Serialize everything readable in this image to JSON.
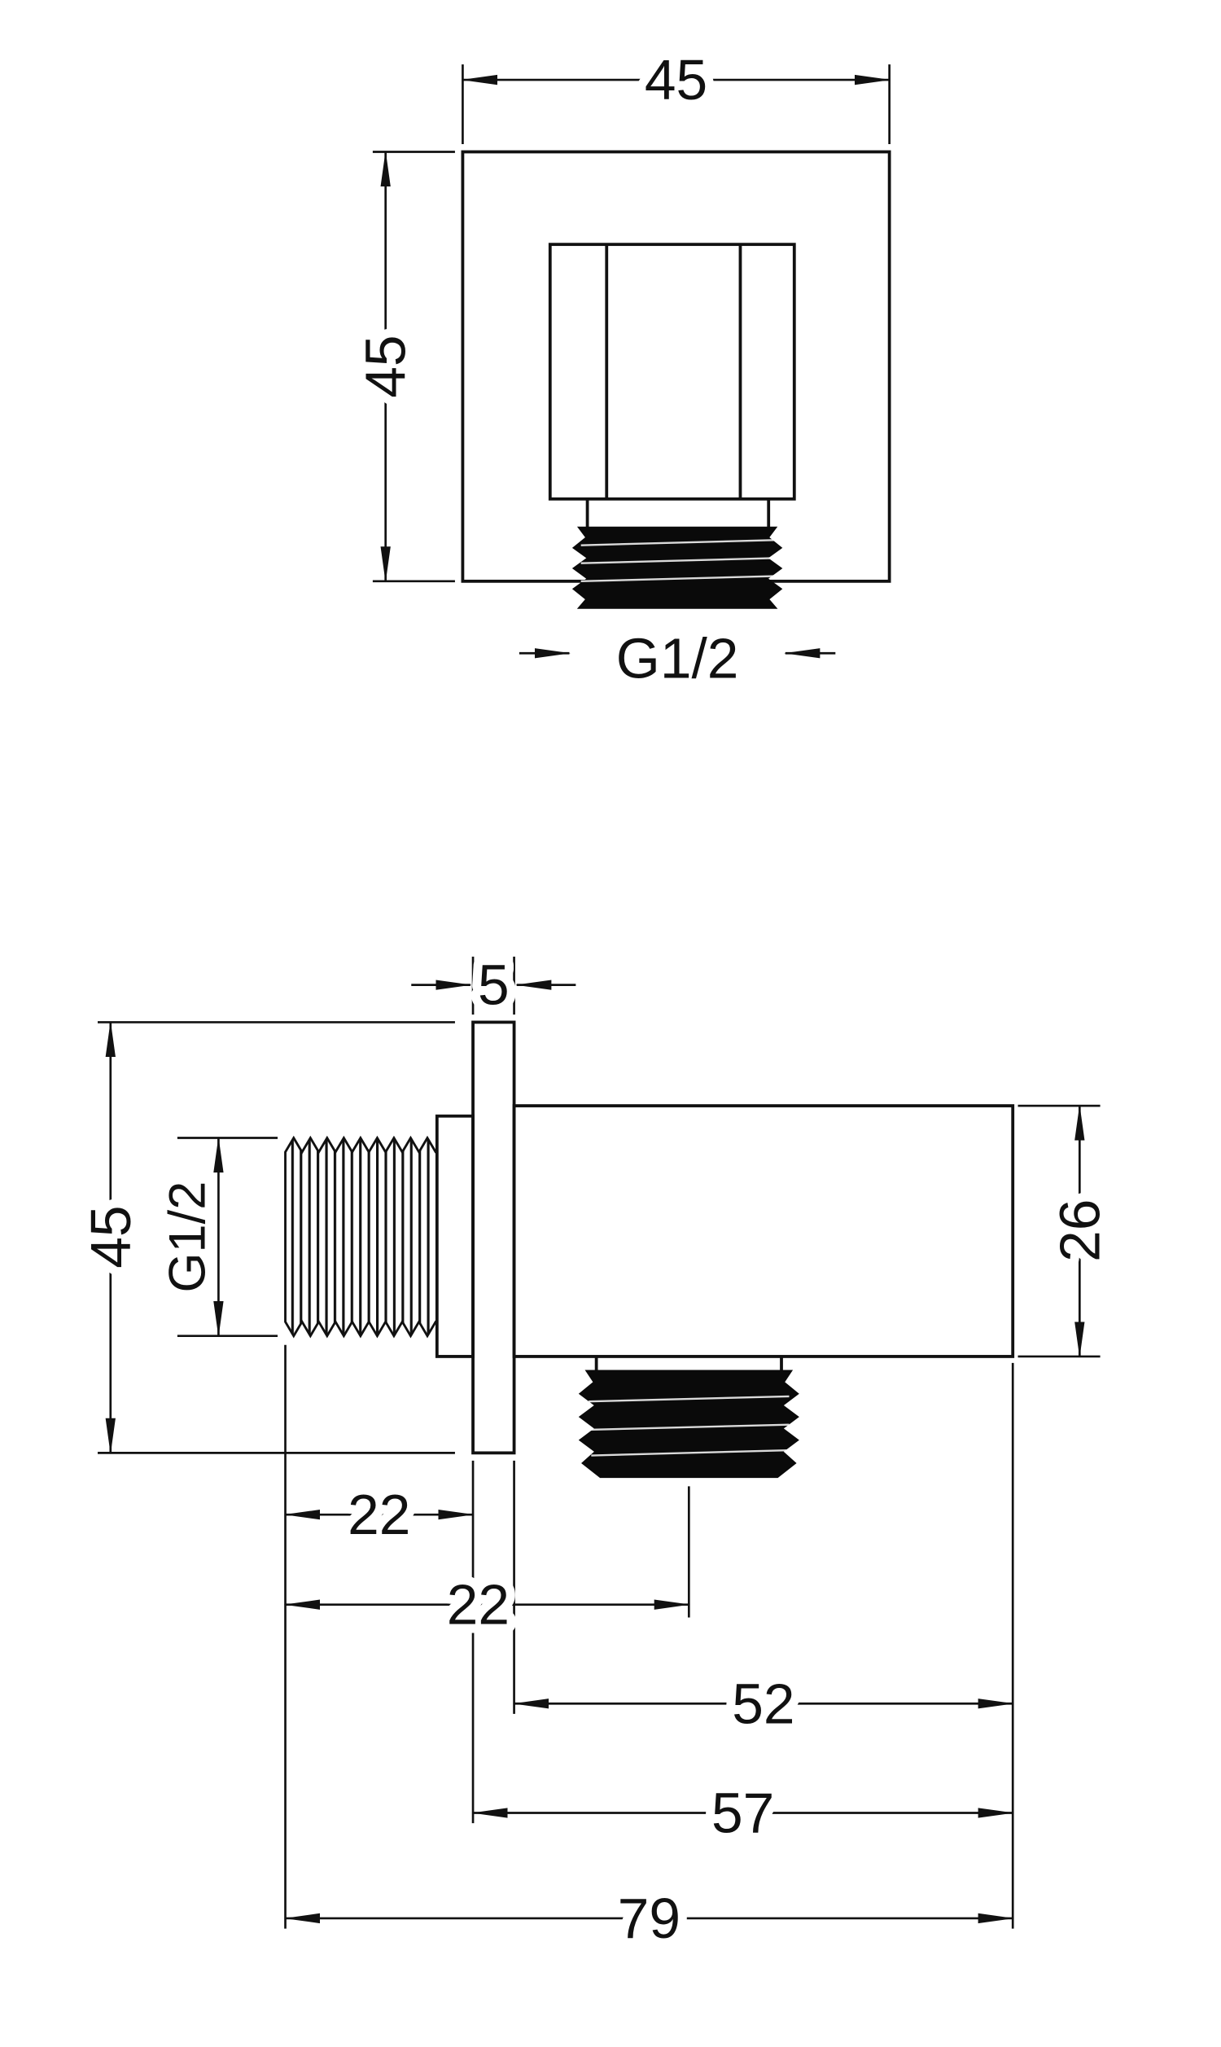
{
  "front_view": {
    "width_label": "45",
    "height_label": "45",
    "thread_label": "G1/2"
  },
  "side_view": {
    "plate_thickness_label": "5",
    "height_label": "45",
    "inlet_thread_label": "G1/2",
    "body_height_label": "26",
    "inlet_length_label": "22",
    "outlet_center_label": "22",
    "body_length_label": "52",
    "front_depth_label": "57",
    "total_depth_label": "79"
  },
  "colors": {
    "line": "#111111",
    "background": "#ffffff",
    "thread_fill": "#0a0a0a"
  }
}
